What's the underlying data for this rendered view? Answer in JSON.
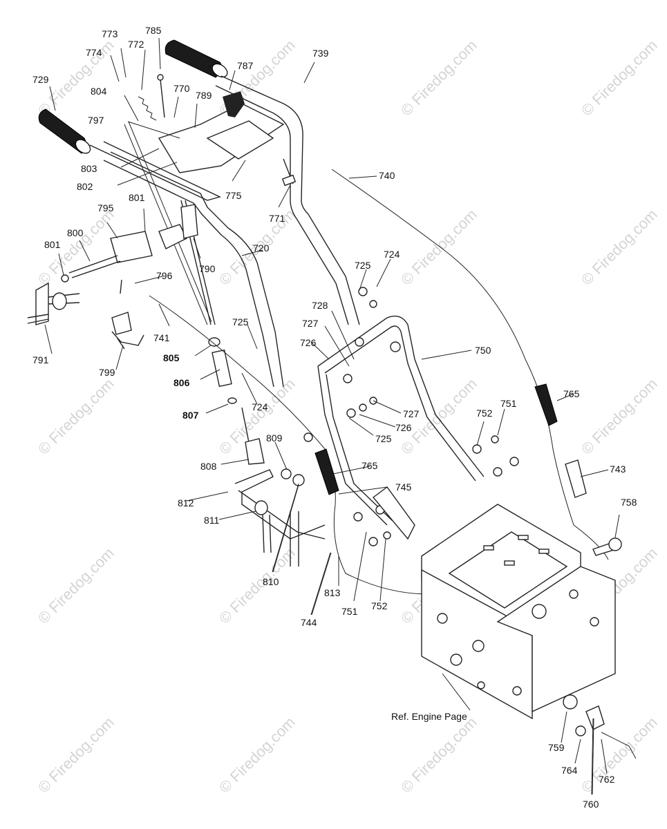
{
  "watermark": "© Firedog.com",
  "reference_note": "Ref. Engine Page",
  "part_labels": [
    "773",
    "785",
    "774",
    "772",
    "729",
    "787",
    "739",
    "804",
    "770",
    "789",
    "797",
    "803",
    "802",
    "775",
    "771",
    "740",
    "801",
    "795",
    "800",
    "801",
    "720",
    "790",
    "796",
    "725",
    "724",
    "741",
    "791",
    "805",
    "728",
    "727",
    "799",
    "725",
    "726",
    "750",
    "806",
    "724",
    "807",
    "765",
    "727",
    "726",
    "725",
    "752",
    "751",
    "809",
    "808",
    "765",
    "743",
    "812",
    "745",
    "811",
    "758",
    "810",
    "813",
    "751",
    "752",
    "744",
    "759",
    "764",
    "762",
    "760"
  ]
}
